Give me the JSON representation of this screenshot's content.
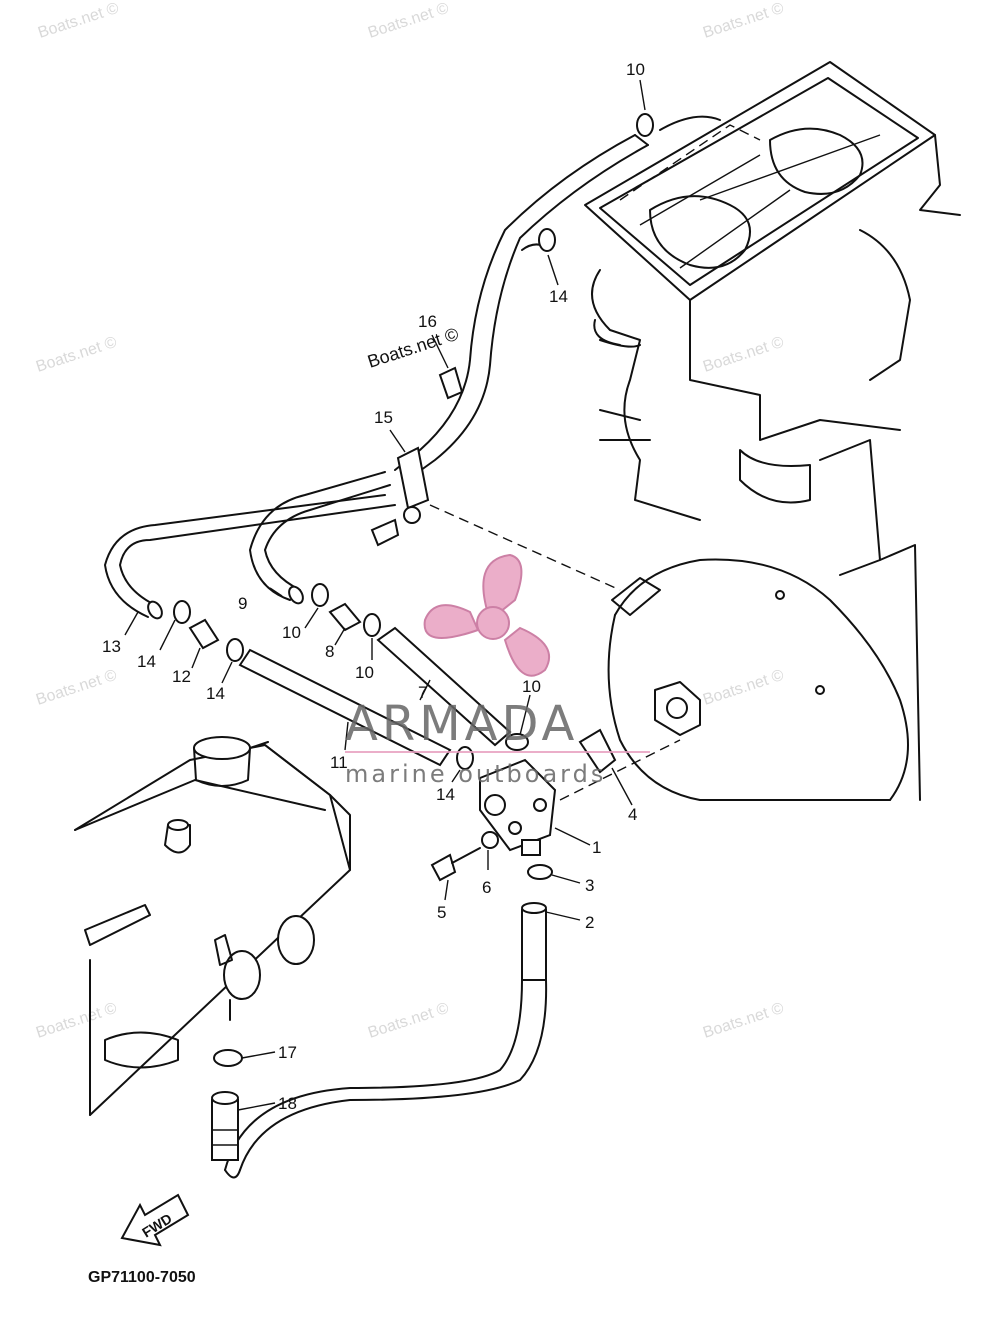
{
  "watermark": {
    "text": "Boats.net ©",
    "inline_text": "Boats.net ©"
  },
  "logo": {
    "brand": "ARMADA",
    "tagline": "marine outboards",
    "color": "#e8a0c0"
  },
  "part_labels": {
    "l1": "1",
    "l2": "2",
    "l3": "3",
    "l4": "4",
    "l5": "5",
    "l6": "6",
    "l7": "7",
    "l8": "8",
    "l9": "9",
    "l10a": "10",
    "l10b": "10",
    "l10c": "10",
    "l10d": "10",
    "l11": "11",
    "l12": "12",
    "l13": "13",
    "l14a": "14",
    "l14b": "14",
    "l14c": "14",
    "l14d": "14",
    "l15": "15",
    "l16": "16",
    "l17": "17",
    "l18": "18"
  },
  "fwd_label": "FWD",
  "diagram_code": "GP71100-7050"
}
